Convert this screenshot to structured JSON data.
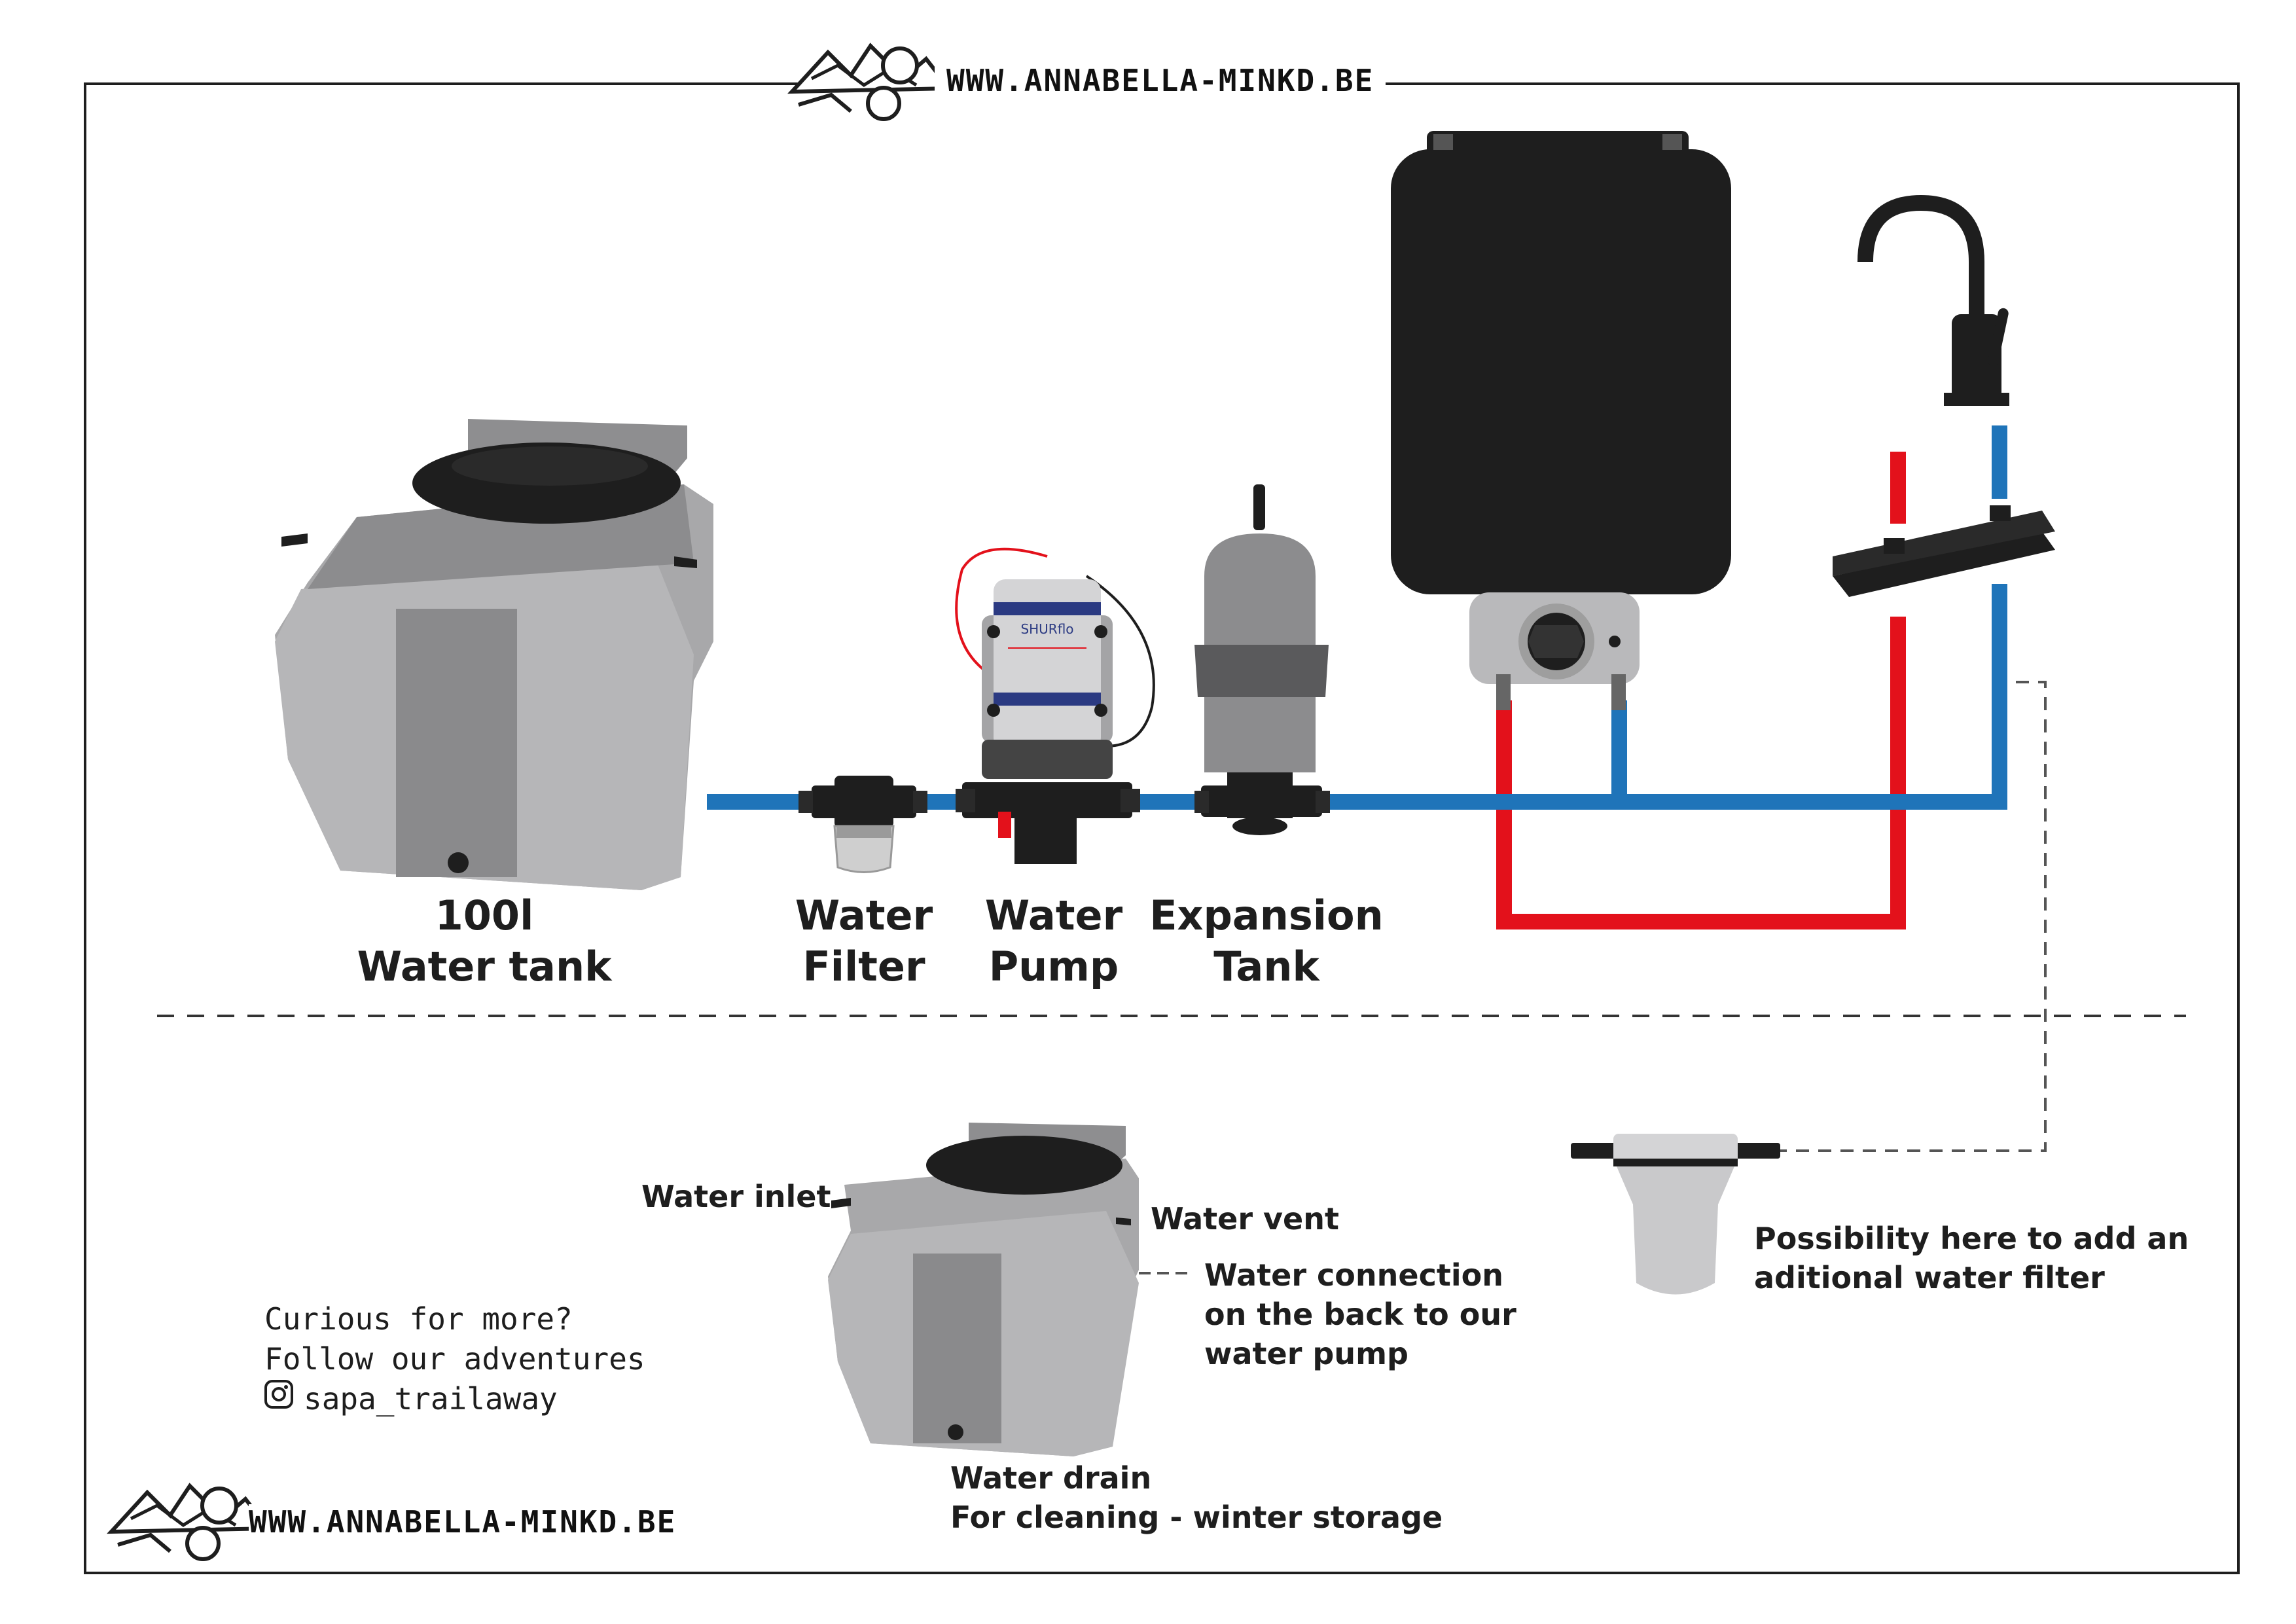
{
  "brand": {
    "url_top": "WWW.ANNABELLA-MINKD.BE",
    "url_bottom": "WWW.ANNABELLA-MINKD.BE"
  },
  "components": {
    "tank": {
      "line1": "100l",
      "line2": "Water tank"
    },
    "filter": {
      "line1": "Water",
      "line2": "Filter"
    },
    "pump": {
      "line1": "Water",
      "line2": "Pump",
      "brand_text": "SHURflo"
    },
    "expansion": {
      "line1": "Expansion",
      "line2": "Tank"
    }
  },
  "tank_detail": {
    "inlet": "Water inlet",
    "vent": "Water vent",
    "connection": [
      "Water connection",
      "on the back to our",
      "water pump"
    ],
    "drain": [
      "Water drain",
      "For cleaning - winter storage"
    ]
  },
  "extra_filter": {
    "lines": [
      "Possibility here to add an",
      "aditional water filter"
    ]
  },
  "social": {
    "lines": [
      "Curious for more?",
      "Follow our adventures"
    ],
    "handle": "sapa_trailaway"
  },
  "colors": {
    "cold_pipe": "#1f74b9",
    "hot_pipe": "#e3111b",
    "tank_grey": "#b4b4b6",
    "dark": "#1e1e1e"
  }
}
